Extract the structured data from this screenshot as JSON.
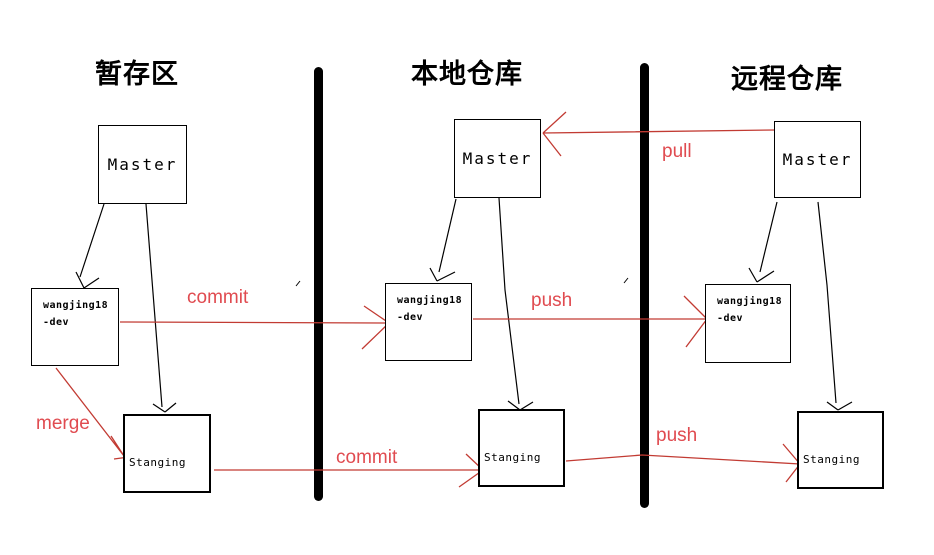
{
  "sections": {
    "staging": {
      "title": "暂存区"
    },
    "local": {
      "title": "本地仓库"
    },
    "remote": {
      "title": "远程仓库"
    }
  },
  "boxes": {
    "staging_master": {
      "label": "Master"
    },
    "staging_dev": {
      "line1": "wangjing18",
      "line2": "-dev"
    },
    "staging_stanging": {
      "label": "Stanging"
    },
    "local_master": {
      "label": "Master"
    },
    "local_dev": {
      "line1": "wangjing18",
      "line2": "-dev"
    },
    "local_stanging": {
      "label": "Stanging"
    },
    "remote_master": {
      "label": "Master"
    },
    "remote_dev": {
      "line1": "wangjing18",
      "line2": "-dev"
    },
    "remote_stanging": {
      "label": "Stanging"
    }
  },
  "arrows": {
    "commit_top": {
      "label": "commit"
    },
    "commit_bottom": {
      "label": "commit"
    },
    "push_top": {
      "label": "push"
    },
    "push_bottom": {
      "label": "push"
    },
    "pull": {
      "label": "pull"
    },
    "merge": {
      "label": "merge"
    }
  },
  "colors": {
    "background": "#ffffff",
    "divider": "#000000",
    "box_border": "#000000",
    "black_arrow": "#000000",
    "red_arrow": "#c23b33",
    "red_label": "#e04b50"
  }
}
